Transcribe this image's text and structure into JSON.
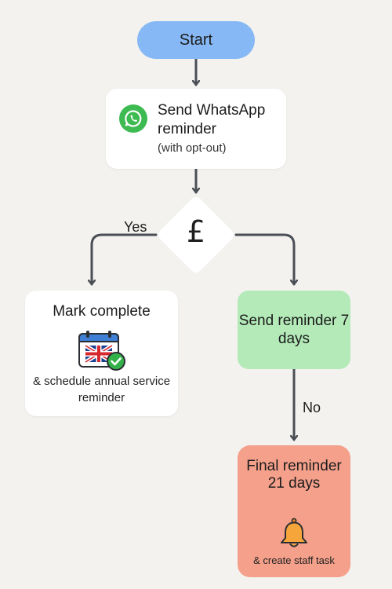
{
  "diagram": {
    "start": {
      "label": "Start"
    },
    "send_whatsapp": {
      "title": "Send WhatsApp reminder",
      "subtitle": "(with opt-out)",
      "icon": "whatsapp-icon"
    },
    "decision": {
      "label": "£",
      "icon": "pound-sign"
    },
    "edges": {
      "yes_label": "Yes",
      "no_label": "No"
    },
    "mark_complete": {
      "title": "Mark complete",
      "subtitle": "& schedule annual service reminder",
      "icon": "uk-flag-calendar-check-icon"
    },
    "send_reminder_7": {
      "label": "Send reminder 7 days"
    },
    "final_reminder": {
      "title": "Final reminder 21 days",
      "subtitle": "& create staff task",
      "icon": "bell-icon"
    },
    "colors": {
      "start": "#86b8f5",
      "send_reminder": "#b3eab8",
      "final_reminder": "#f4a08b",
      "connector": "#4a4f55",
      "whatsapp": "#3dbb52"
    }
  }
}
